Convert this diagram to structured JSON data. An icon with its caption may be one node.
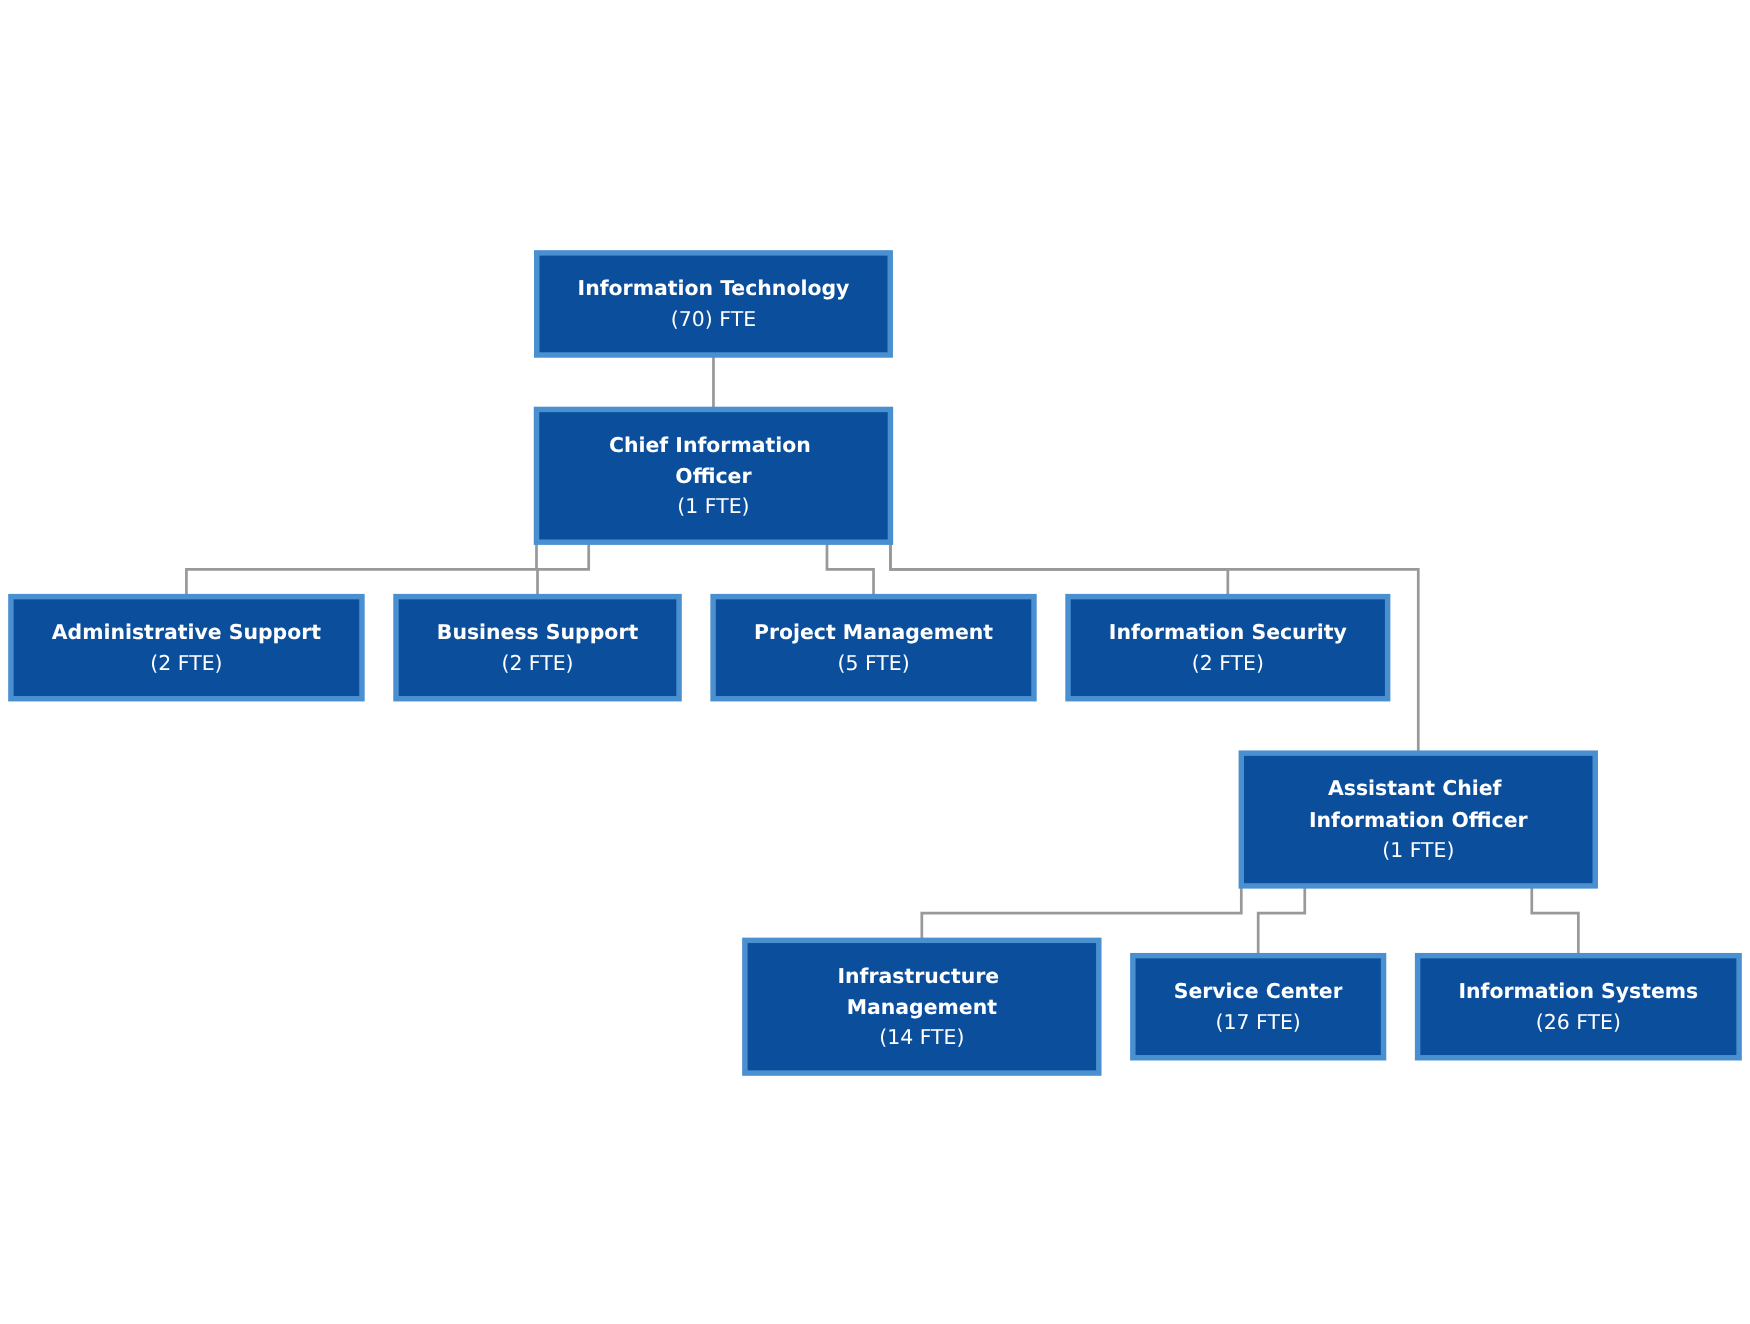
{
  "diagram": {
    "nodes": [
      {
        "text": [
          "Information Technology",
          "(70) FTE"
        ]
      },
      {
        "text": [
          "Chief Information Officer",
          "(1 FTE)"
        ]
      },
      {
        "text": [
          "Administrative Support",
          "(2 FTE)"
        ]
      },
      {
        "text": [
          "Business Support",
          "(2 FTE)"
        ]
      },
      {
        "text": [
          "Project Management",
          "(5 FTE)"
        ]
      },
      {
        "text": [
          "Information Security",
          "(2 FTE)"
        ]
      },
      {
        "text": [
          "Assistant Chief Information Officer",
          "(1 FTE)"
        ]
      },
      {
        "text": [
          "Infrastructure Management",
          "(14 FTE)"
        ]
      },
      {
        "text": [
          "Service Center",
          "(17 FTE)"
        ]
      },
      {
        "text": [
          "Information Systems",
          "(26 FTE)"
        ]
      }
    ],
    "edges": [
      {
        "from": 0,
        "to": 1,
        "arrow": "none"
      },
      {
        "from": 1,
        "to": 2,
        "arrow": "none"
      },
      {
        "from": 1,
        "to": 3,
        "arrow": "none"
      },
      {
        "from": 1,
        "to": 4,
        "arrow": "none"
      },
      {
        "from": 1,
        "to": 5,
        "arrow": "none"
      },
      {
        "from": 1,
        "to": 6,
        "arrow": "none"
      },
      {
        "from": 6,
        "to": 7,
        "arrow": "none"
      },
      {
        "from": 6,
        "to": 8,
        "arrow": "none"
      },
      {
        "from": 6,
        "to": 9,
        "arrow": "none"
      }
    ]
  }
}
